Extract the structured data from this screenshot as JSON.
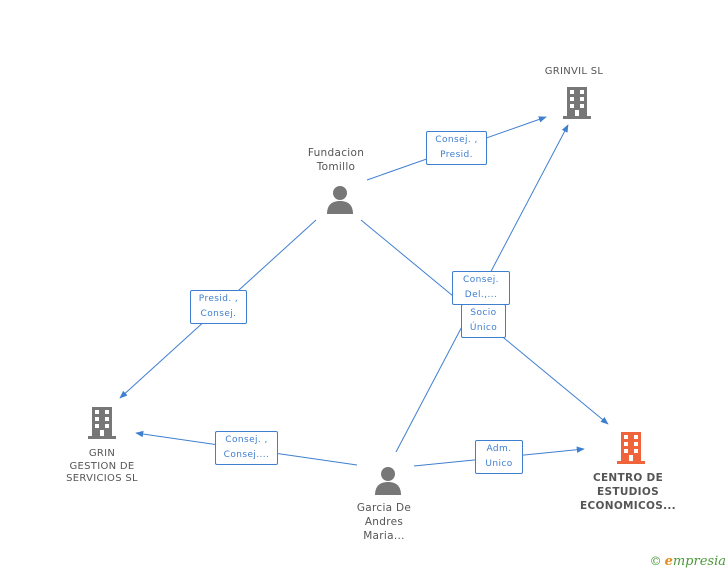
{
  "nodes": {
    "grinvil": {
      "label": "GRINVIL SL",
      "type": "company"
    },
    "fundacion": {
      "label": "Fundacion\nTomillo",
      "type": "person"
    },
    "grin": {
      "label": "GRIN\nGESTION DE\nSERVICIOS SL",
      "type": "company"
    },
    "garcia": {
      "label": "Garcia De\nAndres\nMaria...",
      "type": "person"
    },
    "centro": {
      "label": "CENTRO DE\nESTUDIOS\nECONOMICOS...",
      "type": "company-focus"
    }
  },
  "edges": {
    "e1": "Consej. ,\nPresid.",
    "e2": "Presid. ,\nConsej.",
    "e3": "Consej.\nDel.,...",
    "e4": "Socio\nÚnico",
    "e5": "Consej. ,\nConsej....",
    "e6": "Adm.\nUnico"
  },
  "colors": {
    "edge": "#3f7fd0",
    "icon": "#777777",
    "focus": "#f0643c"
  },
  "footer": {
    "copyright": "©",
    "brand_e": "e",
    "brand_rest": "mpresia"
  }
}
